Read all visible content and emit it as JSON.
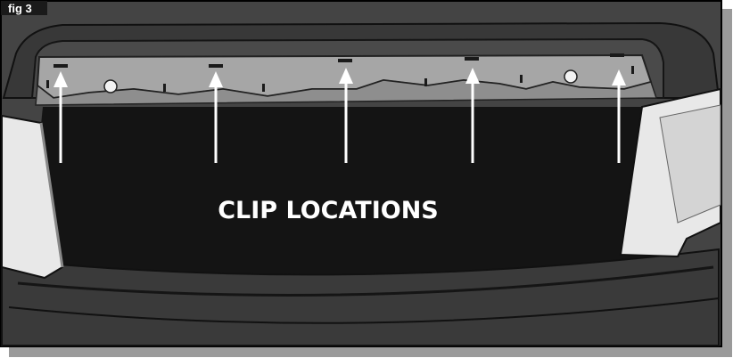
{
  "figure": {
    "label": "fig 3",
    "caption": "CLIP LOCATIONS"
  },
  "clips": [
    {
      "name": "clip-1"
    },
    {
      "name": "clip-2"
    },
    {
      "name": "clip-3"
    },
    {
      "name": "clip-4"
    },
    {
      "name": "clip-5"
    }
  ],
  "colors": {
    "frame": "#1a1a1a",
    "body": "#3a3a3a",
    "opening": "#111111",
    "rail": "#9a9a9a",
    "panel": "#e6e6e6",
    "arrow": "#ffffff",
    "caption": "#ffffff"
  }
}
